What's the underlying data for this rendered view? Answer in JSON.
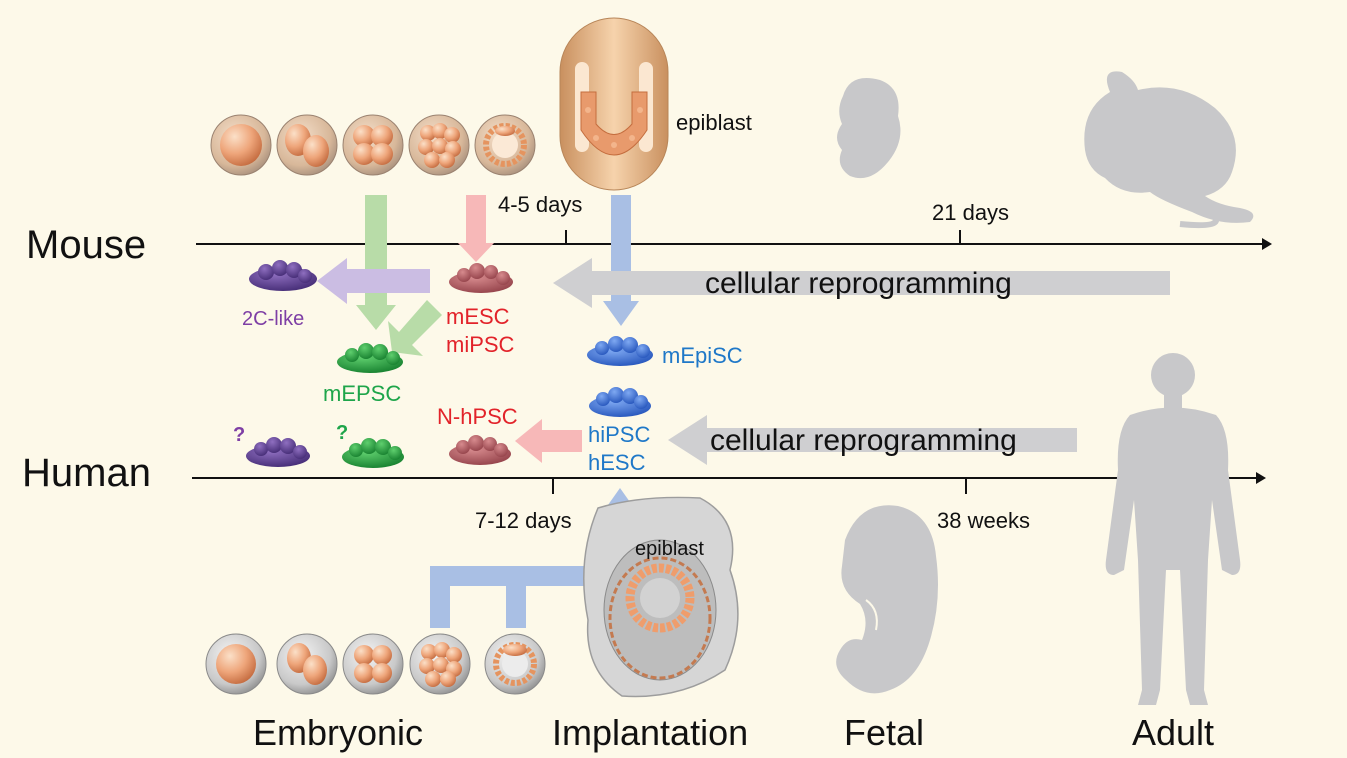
{
  "species": {
    "mouse": "Mouse",
    "human": "Human"
  },
  "stages": {
    "embryonic": "Embryonic",
    "implantation": "Implantation",
    "fetal": "Fetal",
    "adult": "Adult"
  },
  "timeline": {
    "mouse_tick_1": "4-5 days",
    "mouse_tick_2": "21 days",
    "human_tick_1": "7-12 days",
    "human_tick_2": "38 weeks"
  },
  "structures": {
    "mouse_epiblast": "epiblast",
    "human_epiblast": "epiblast"
  },
  "cell_types": {
    "two_c_like": "2C-like",
    "mesc": "mESC",
    "mipsc": "miPSC",
    "mepsc": "mEPSC",
    "mepisc": "mEpiSC",
    "nhpsc": "N-hPSC",
    "hipsc": "hiPSC",
    "hesc": "hESC",
    "unknown_purple": "?",
    "unknown_green": "?"
  },
  "processes": {
    "mouse_reprogramming": "cellular reprogramming",
    "human_reprogramming": "cellular reprogramming"
  },
  "colors": {
    "background": "#fdf9e9",
    "purple": "#7e3fa5",
    "red": "#e2232a",
    "green": "#1ea54a",
    "blue": "#1f78c8",
    "arrow_green": "#b8dca8",
    "arrow_pink": "#f7b8b8",
    "arrow_blue": "#a9bfe4",
    "arrow_purple": "#cbbde3",
    "arrow_grey": "#cfcfd1",
    "silhouette": "#c8c8ca"
  }
}
